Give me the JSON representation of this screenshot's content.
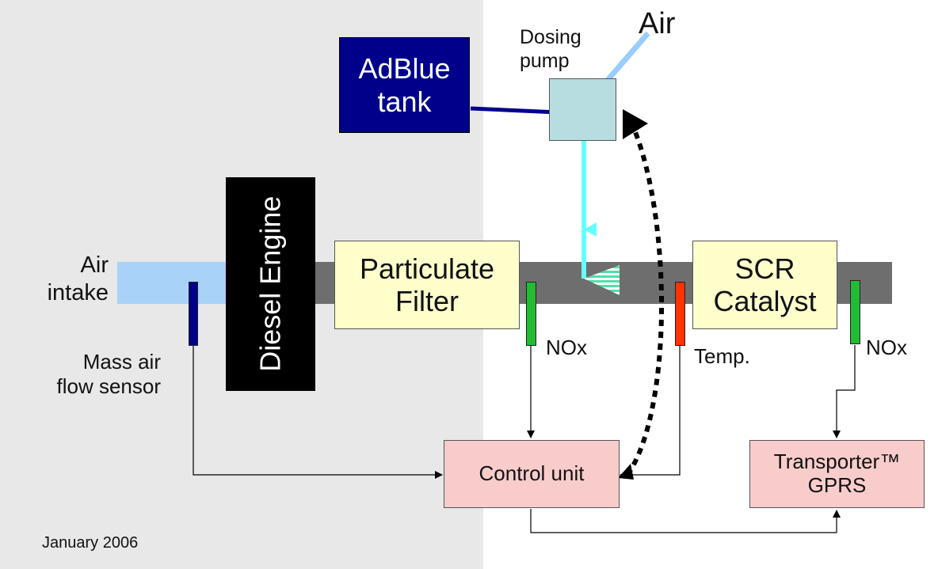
{
  "labels": {
    "adblue_tank": "AdBlue\ntank",
    "dosing_pump": "Dosing\npump",
    "air_top": "Air",
    "air_intake": "Air\nintake",
    "diesel_engine": "Diesel Engine",
    "particulate_filter": "Particulate\nFilter",
    "scr_catalyst": "SCR\nCatalyst",
    "nox_1": "NOx",
    "temp": "Temp.",
    "nox_2": "NOx",
    "mass_air_flow": "Mass air\nflow sensor",
    "control_unit": "Control unit",
    "transporter": "Transporter™\nGPRS",
    "date": "January 2006"
  },
  "colors": {
    "adblue": "#00008b",
    "pump": "#b8dde0",
    "exhaust_pipe": "#6e6e6e",
    "air_intake": "#a8d2f8",
    "engine": "#000000",
    "filter": "#ffffcc",
    "control": "#f9cccc",
    "nox_sensor": "#22bb33",
    "temp_sensor": "#ff3300",
    "maf_sensor": "#00008b",
    "dosing_line": "#66ffff",
    "air_arrow": "#99ccff"
  }
}
